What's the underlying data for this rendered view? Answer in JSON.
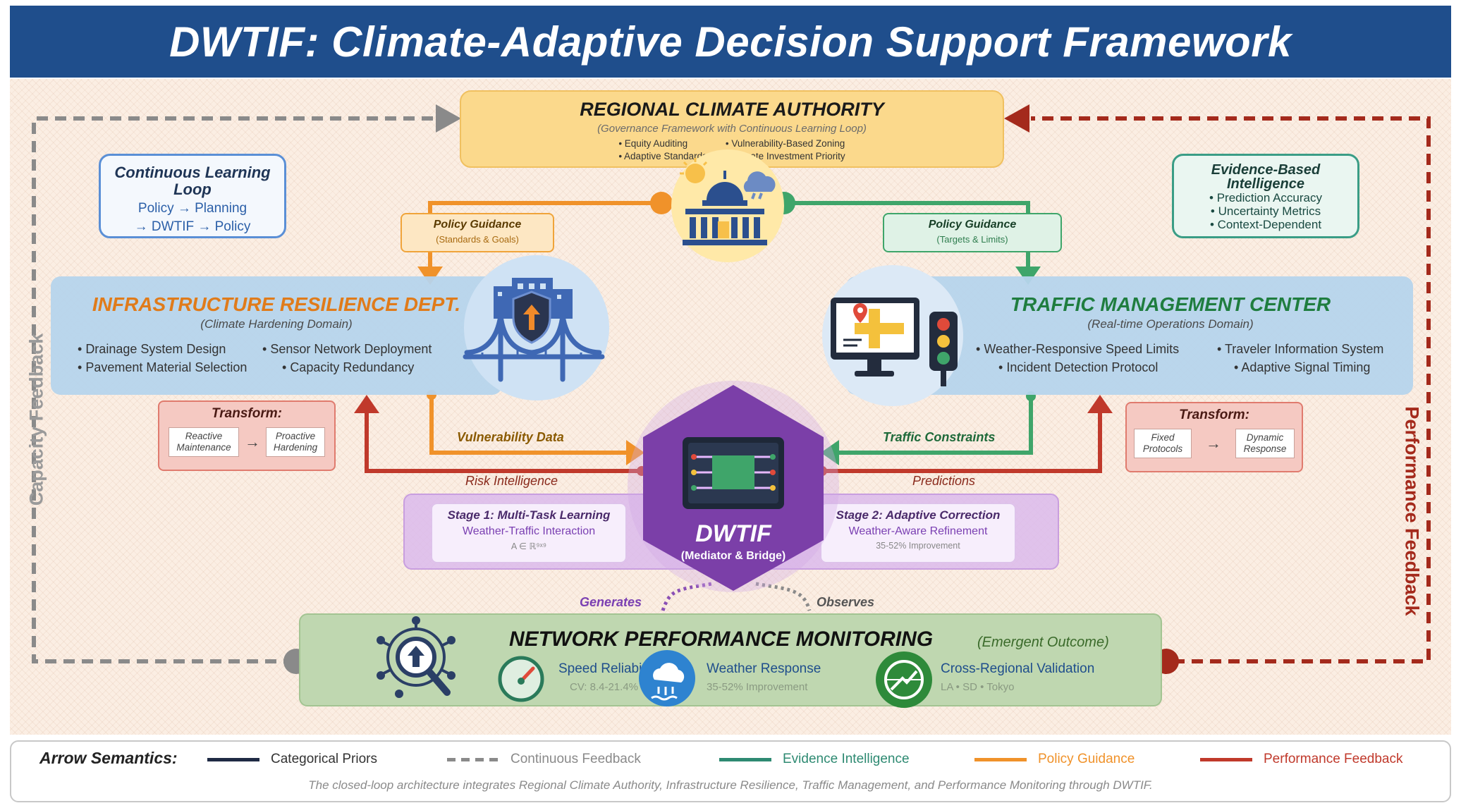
{
  "header": {
    "title": "DWTIF: Climate-Adaptive Decision Support Framework"
  },
  "authority": {
    "title": "REGIONAL CLIMATE AUTHORITY",
    "subtitle": "(Governance Framework with Continuous Learning Loop)",
    "bullets": [
      "Equity Auditing",
      "Vulnerability-Based Zoning",
      "Adaptive Standards",
      "Climate Investment Priority"
    ]
  },
  "learning_loop": {
    "title": "Continuous Learning Loop",
    "line1": "Policy → Planning",
    "line2": "→ DWTIF → Policy"
  },
  "evidence": {
    "title": "Evidence-Based Intelligence",
    "bullets": [
      "Prediction Accuracy",
      "Uncertainty Metrics",
      "Context-Dependent"
    ]
  },
  "policy_left": {
    "title": "Policy Guidance",
    "subtitle": "(Standards & Goals)"
  },
  "policy_right": {
    "title": "Policy Guidance",
    "subtitle": "(Targets & Limits)"
  },
  "infrastructure": {
    "title": "INFRASTRUCTURE RESILIENCE DEPT.",
    "subtitle": "(Climate Hardening Domain)",
    "bullets": [
      "Drainage System Design",
      "Sensor Network Deployment",
      "Pavement Material Selection",
      "Capacity Redundancy"
    ]
  },
  "traffic": {
    "title": "TRAFFIC MANAGEMENT CENTER",
    "subtitle": "(Real-time Operations Domain)",
    "bullets": [
      "Weather-Responsive Speed Limits",
      "Traveler Information System",
      "Incident Detection Protocol",
      "Adaptive Signal Timing"
    ]
  },
  "transform_left": {
    "title": "Transform:",
    "from": "Reactive Maintenance",
    "to": "Proactive Hardening",
    "arrow": "→"
  },
  "transform_right": {
    "title": "Transform:",
    "from": "Fixed Protocols",
    "to": "Dynamic Response",
    "arrow": "→"
  },
  "flows": {
    "vulnerability": "Vulnerability Data",
    "traffic_constraints": "Traffic Constraints",
    "risk": "Risk Intelligence",
    "predictions": "Predictions",
    "generates": "Generates",
    "observes": "Observes"
  },
  "dwtif": {
    "name": "DWTIF",
    "role": "(Mediator & Bridge)"
  },
  "stage1": {
    "title": "Stage 1: Multi-Task Learning",
    "subtitle": "Weather-Traffic Interaction",
    "math": "A ∈ ℝ⁹ˣ⁹"
  },
  "stage2": {
    "title": "Stage 2: Adaptive Correction",
    "subtitle": "Weather-Aware Refinement",
    "detail": "35-52% Improvement"
  },
  "monitoring": {
    "title": "NETWORK PERFORMANCE MONITORING",
    "tag": "(Emergent Outcome)",
    "metrics": [
      {
        "name": "Speed Reliabi",
        "value": "CV: 8.4-21.4%"
      },
      {
        "name": "Weather Response",
        "value": "35-52% Improvement"
      },
      {
        "name": "Cross-Regional Validation",
        "value": "LA • SD • Tokyo"
      }
    ]
  },
  "side_labels": {
    "left": "Capacity Feedback",
    "right": "Performance Feedback"
  },
  "legend": {
    "title": "Arrow Semantics:",
    "items": [
      {
        "label": "Categorical Priors",
        "color": "#1f2a44"
      },
      {
        "label": "Continuous Feedback",
        "color": "#8a8a8a"
      },
      {
        "label": "Evidence Intelligence",
        "color": "#2e8a72"
      },
      {
        "label": "Policy Guidance",
        "color": "#f0922a"
      },
      {
        "label": "Performance Feedback",
        "color": "#c0392b"
      }
    ],
    "caption": "The closed-loop architecture integrates Regional Climate Authority, Infrastructure Resilience, Traffic Management, and Performance Monitoring through DWTIF."
  },
  "colors": {
    "header": "#1f4e8c",
    "policy": "#f0922a",
    "evidence": "#3fa56a",
    "performance": "#a42a1c",
    "feedback": "#8a8a8a",
    "dwtif": "#7b3fa8",
    "infra_title": "#e07b1a",
    "traffic_title": "#1f7d3f"
  }
}
